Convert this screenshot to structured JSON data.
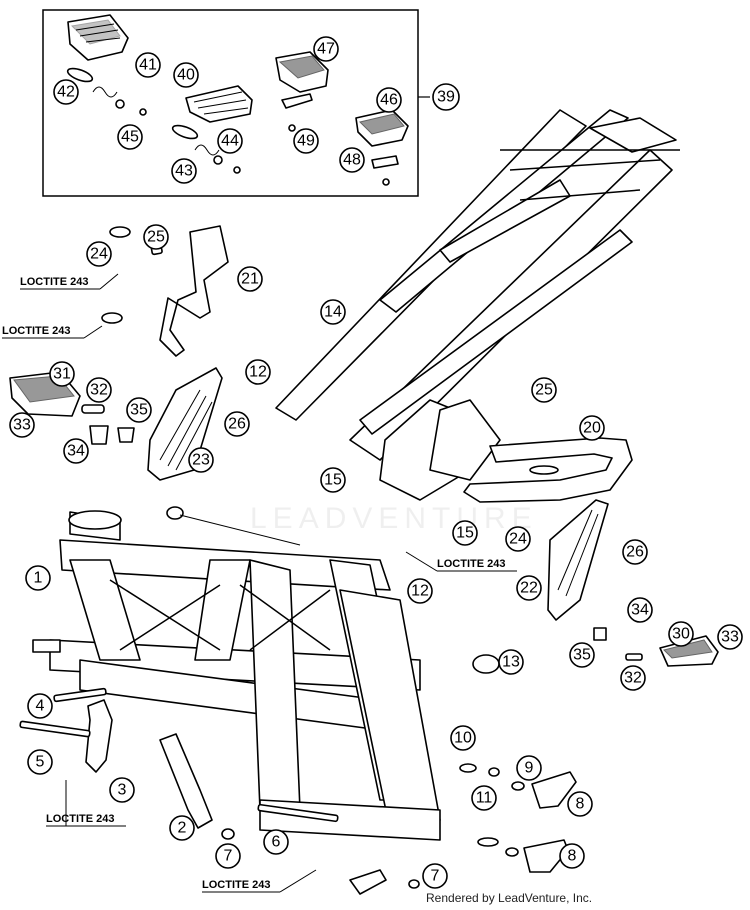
{
  "diagram": {
    "callouts": [
      "1",
      "2",
      "3",
      "4",
      "5",
      "6",
      "7",
      "7",
      "8",
      "8",
      "9",
      "10",
      "11",
      "12",
      "12",
      "13",
      "14",
      "15",
      "15",
      "20",
      "21",
      "22",
      "23",
      "24",
      "24",
      "25",
      "25",
      "26",
      "26",
      "30",
      "31",
      "32",
      "32",
      "33",
      "33",
      "34",
      "34",
      "35",
      "35",
      "39",
      "40",
      "41",
      "42",
      "43",
      "44",
      "45",
      "46",
      "47",
      "48",
      "49"
    ],
    "loctite_labels": [
      "LOCTITE 243",
      "LOCTITE 243",
      "LOCTITE 243",
      "LOCTITE 243",
      "LOCTITE 243"
    ],
    "watermark": "LEADVENTURE",
    "credit": "Rendered by LeadVenture, Inc."
  }
}
